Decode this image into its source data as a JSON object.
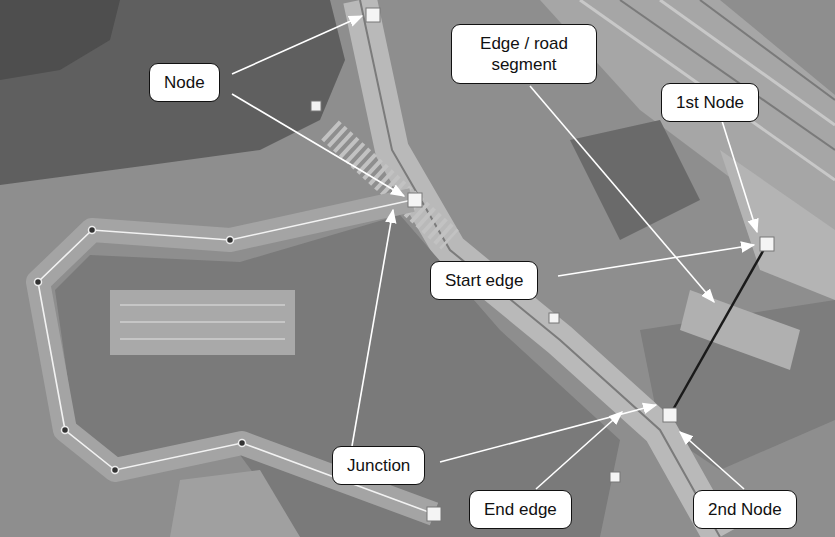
{
  "diagram": {
    "nodes": [
      {
        "text": [
          "Edge / road segment"
        ]
      },
      {
        "text": [
          "Node"
        ]
      },
      {
        "text": [
          "1st Node"
        ]
      },
      {
        "text": [
          "Start edge"
        ]
      },
      {
        "text": [
          "Junction"
        ]
      },
      {
        "text": [
          "End edge"
        ]
      },
      {
        "text": [
          "2nd Node"
        ]
      }
    ]
  }
}
